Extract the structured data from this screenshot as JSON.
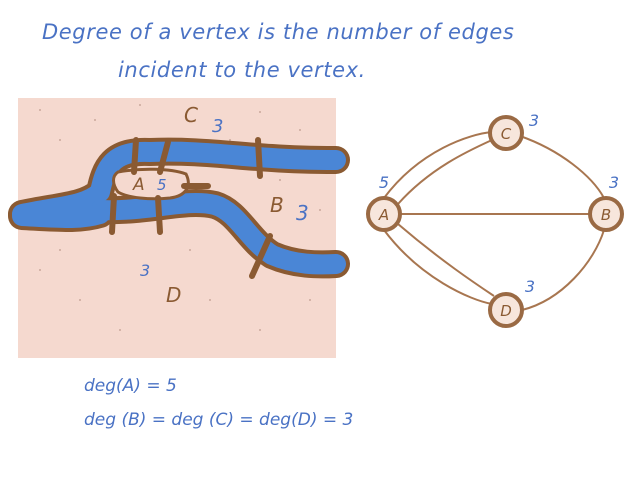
{
  "title": {
    "line1": "Degree of a vertex is the number of edges",
    "line2": "incident to the vertex."
  },
  "map": {
    "regions": [
      {
        "id": "A",
        "label": "A",
        "degree": "5"
      },
      {
        "id": "B",
        "label": "B",
        "degree": "3"
      },
      {
        "id": "C",
        "label": "C",
        "degree": "3"
      },
      {
        "id": "D",
        "label": "D",
        "degree": "3"
      }
    ]
  },
  "graph": {
    "vertices": [
      {
        "id": "A",
        "label": "A",
        "degree": "5"
      },
      {
        "id": "B",
        "label": "B",
        "degree": "3"
      },
      {
        "id": "C",
        "label": "C",
        "degree": "3"
      },
      {
        "id": "D",
        "label": "D",
        "degree": "3"
      }
    ],
    "edges": [
      [
        "A",
        "B"
      ],
      [
        "A",
        "C"
      ],
      [
        "A",
        "C"
      ],
      [
        "A",
        "D"
      ],
      [
        "A",
        "D"
      ],
      [
        "C",
        "B"
      ],
      [
        "D",
        "B"
      ]
    ]
  },
  "equations": {
    "line1": "deg(A) = 5",
    "line2": "deg (B) = deg (C) = deg(D) = 3"
  },
  "colors": {
    "ink_blue": "#4a72c4",
    "ink_brown": "#8a5a32",
    "land": "#f5d9cf",
    "river": "#4a86d6",
    "node_fill": "#f7e6dc"
  }
}
